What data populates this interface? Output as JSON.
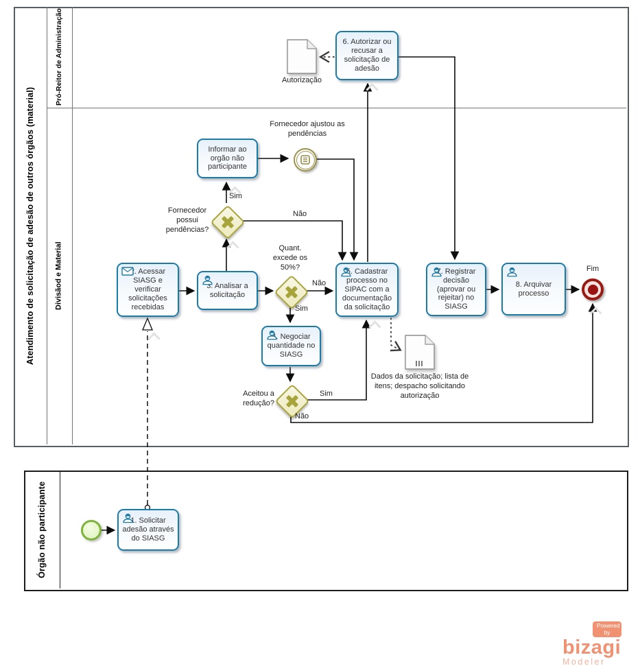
{
  "pool_main": {
    "title": "Atendimento de solicitação de adesão de outros órgãos (material)",
    "lane_top": "Pró-Reitor de Administração",
    "lane_bottom": "Divisãod e Material"
  },
  "pool_external": {
    "title": "Órgão não participante"
  },
  "tasks": {
    "t1": "1. Solicitar adesão através do SIASG",
    "t2": "2. Acessar SIASG e verificar solicitações recebidas",
    "t3": "3. Analisar a solicitação",
    "t4": "4. Negociar quantidade no SIASG",
    "t5": "5. Cadastrar processo no SIPAC com a documentação da solicitação",
    "t6": "6. Autorizar ou recusar a solicitação de adesão",
    "t7": "7. Registrar decisão (aprovar ou rejeitar) no SIASG",
    "t8": "8. Arquivar processo",
    "informar": "Informar ao orgão não participante"
  },
  "gateways": {
    "fornecedor": "Fornecedor possui pendências?",
    "quantidade": "Quant. excede os 50%?",
    "reducao": "Aceitou a redução?"
  },
  "events": {
    "message_label": "Fornecedor ajustou as pendências",
    "end_label": "Fim"
  },
  "artifacts": {
    "autorizacao": "Autorização",
    "dados": "Dados da solicitação; lista de itens; despacho solicitando autorização"
  },
  "edge_labels": {
    "fornecedor_sim": "Sim",
    "fornecedor_nao": "Não",
    "quantidade_sim": "Sim",
    "quantidade_nao": "Não",
    "reducao_sim": "Sim",
    "reducao_nao": "Não"
  },
  "logo": {
    "powered_by": "Powered by",
    "brand": "bizagi",
    "product": "Modeler"
  },
  "colors": {
    "task_border": "#1c7ba6",
    "gateway_border": "#a9a43c",
    "start_green": "#7db33c",
    "end_red": "#991a12",
    "message_olive": "#9a944d",
    "brand_coral": "#ef9274"
  }
}
